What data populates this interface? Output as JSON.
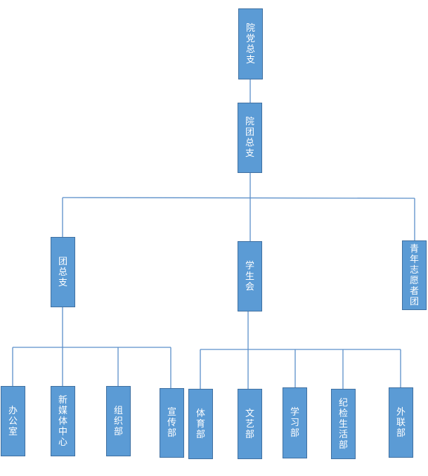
{
  "org_chart": {
    "root": {
      "label": "院党总支"
    },
    "level1": {
      "label": "院团总支"
    },
    "branches": {
      "tuanzhi": {
        "label": "团总支"
      },
      "xueshenghui": {
        "label": "学生会"
      },
      "zhiyuanzhe": {
        "label": "青年志愿者团"
      }
    },
    "tuanzhi_units": [
      {
        "label": "办公室"
      },
      {
        "label": "新媒体中心"
      },
      {
        "label": "组织部"
      },
      {
        "label": "宣传部"
      }
    ],
    "xueshenghui_units": [
      {
        "label": "体育部"
      },
      {
        "label": "文艺部"
      },
      {
        "label": "学习部"
      },
      {
        "label": "纪检生活部"
      },
      {
        "label": "外联部"
      }
    ]
  },
  "colors": {
    "node_fill": "#5b9bd5",
    "node_border": "#3f6fa0",
    "connector": "#5b8fc9",
    "text": "#ffffff"
  }
}
